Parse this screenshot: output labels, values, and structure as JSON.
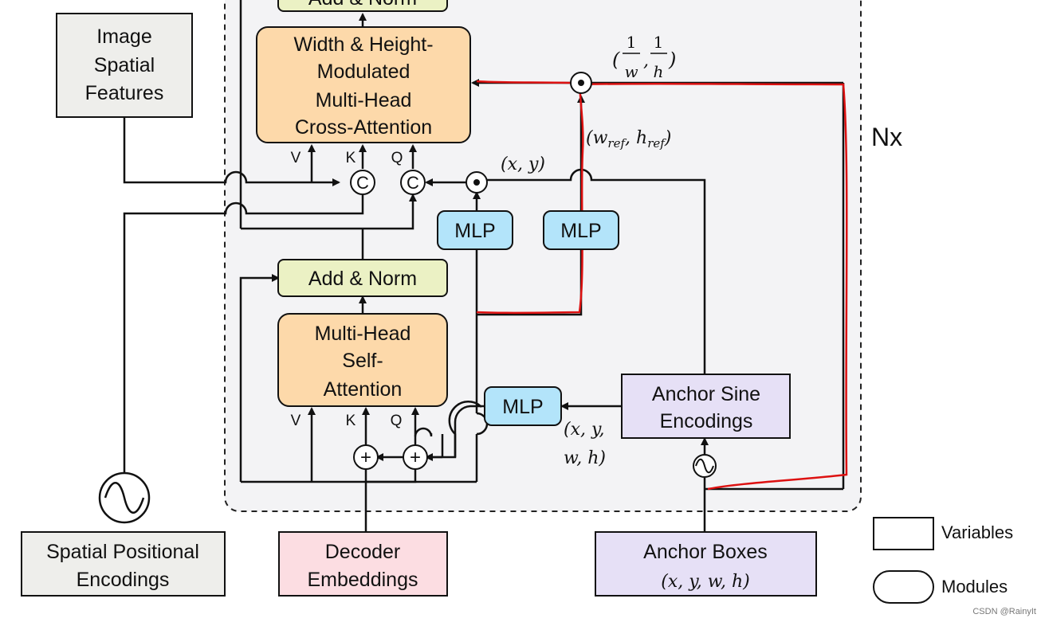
{
  "nodes": {
    "top_add_norm": {
      "label": "Add & Norm"
    },
    "cross_attention": {
      "lines": [
        "Width & Height-",
        "Modulated",
        "Multi-Head",
        "Cross-Attention"
      ]
    },
    "image_spatial_features": {
      "lines": [
        "Image",
        "Spatial",
        "Features"
      ]
    },
    "add_norm": {
      "label": "Add & Norm"
    },
    "self_attention": {
      "lines": [
        "Multi-Head",
        "Self-",
        "Attention"
      ]
    },
    "mlp_left": {
      "label": "MLP"
    },
    "mlp_right": {
      "label": "MLP"
    },
    "mlp_bottom": {
      "label": "MLP"
    },
    "anchor_sine": {
      "lines": [
        "Anchor Sine",
        "Encodings"
      ]
    },
    "spatial_positional": {
      "lines": [
        "Spatial Positional",
        "Encodings"
      ]
    },
    "decoder_embeddings": {
      "lines": [
        "Decoder",
        "Embeddings"
      ]
    },
    "anchor_boxes": {
      "lines": [
        "Anchor Boxes",
        "(x, y, w, h)"
      ]
    }
  },
  "ops": {
    "concat_symbol": "C",
    "add_symbol": "+"
  },
  "labels": {
    "v": "V",
    "k": "K",
    "q": "Q",
    "xy": "(x, y)",
    "wh_ref": "(w",
    "wh_ref_sub1": "ref",
    "wh_ref_mid": ", h",
    "wh_ref_sub2": "ref",
    "wh_ref_end": ")",
    "inv_open": "(",
    "inv_num1": "1",
    "inv_den1": "w",
    "inv_comma": ",",
    "inv_num2": "1",
    "inv_den2": "h",
    "inv_close": ")",
    "xywh_line1": "(x, y,",
    "xywh_line2": "w, h)",
    "nx": "Nx"
  },
  "legend": {
    "variables": "Variables",
    "modules": "Modules"
  },
  "watermark": "CSDN @RainyIt",
  "colors": {
    "gray_box": "#eeeeeb",
    "orange_box": "#fdd9aa",
    "green_box": "#ebf1c4",
    "blue_box": "#b3e4fa",
    "purple_box": "#e6e0f6",
    "pink_box": "#fcdde2",
    "panel": "#f3f3f5",
    "red_annotation": "#dd1111"
  }
}
